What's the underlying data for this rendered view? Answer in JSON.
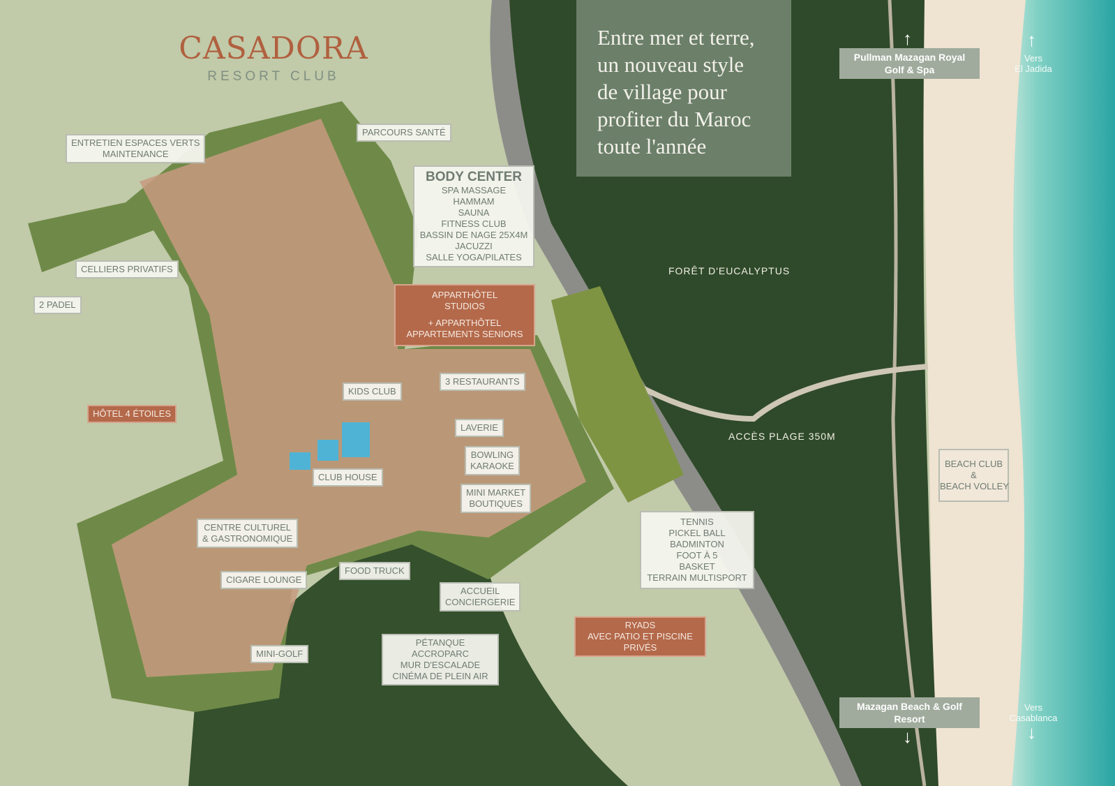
{
  "logo": {
    "name": "CASADORA",
    "sub": "RESORT CLUB"
  },
  "headline": [
    "Entre mer et terre,",
    "un nouveau style",
    "de village pour",
    "profiter du Maroc",
    "toute l'année"
  ],
  "map_labels": {
    "forest": "Forêt d'eucalyptus",
    "beach_access": "Accès plage 350m",
    "entretien": [
      "Entretien espaces verts",
      "Maintenance"
    ],
    "parcours": [
      "Parcours santé"
    ],
    "body_center_title": "Body Center",
    "body_center": [
      "Spa massage",
      "Hammam",
      "Sauna",
      "Fitness club",
      "Bassin de nage 25x4m",
      "Jacuzzi",
      "Salle yoga/pilates"
    ],
    "celliers": [
      "Celliers privatifs"
    ],
    "padel": [
      "2 Padel"
    ],
    "apparthotel": [
      "Apparthôtel",
      "Studios",
      "",
      "+ Apparthôtel",
      "Appartements seniors"
    ],
    "restaurants": [
      "3 Restaurants"
    ],
    "kids": [
      "Kids club"
    ],
    "hotel": [
      "Hôtel 4 étoiles"
    ],
    "laverie": [
      "Laverie"
    ],
    "bowling": [
      "Bowling",
      "Karaoke"
    ],
    "clubhouse": [
      "Club house"
    ],
    "minimarket": [
      "Mini market",
      "Boutiques"
    ],
    "culturel": [
      "Centre culturel",
      "& gastronomique"
    ],
    "cigare": [
      "Cigare lounge"
    ],
    "foodtruck": [
      "Food truck"
    ],
    "accueil": [
      "Accueil",
      "Conciergerie"
    ],
    "tennis": [
      "Tennis",
      "Pickel ball",
      "Badminton",
      "Foot à 5",
      "Basket",
      "Terrain multisport"
    ],
    "ryads": [
      "Ryads",
      "avec patio et piscine",
      "privés"
    ],
    "petanque": [
      "Pétanque",
      "Accroparc",
      "Mur d'escalade",
      "Cinéma de plein air"
    ],
    "minigolf": [
      "Mini-golf"
    ],
    "beachclub": [
      "Beach club",
      "&",
      "Beach volley"
    ],
    "pullman": [
      "Pullman Mazagan Royal",
      "Golf & Spa"
    ],
    "mazagan": [
      "Mazagan Beach & Golf",
      "Resort"
    ],
    "vers_north": [
      "Vers",
      "El Jadida"
    ],
    "vers_south": [
      "Vers",
      "Casablanca"
    ]
  },
  "colors": {
    "land": "#c1caa9",
    "forest": "#2f4a2a",
    "sand": "#efe3d1",
    "ocean": "#3fb6ad",
    "accent": "#b3694a",
    "panel": "#6b7f69"
  }
}
